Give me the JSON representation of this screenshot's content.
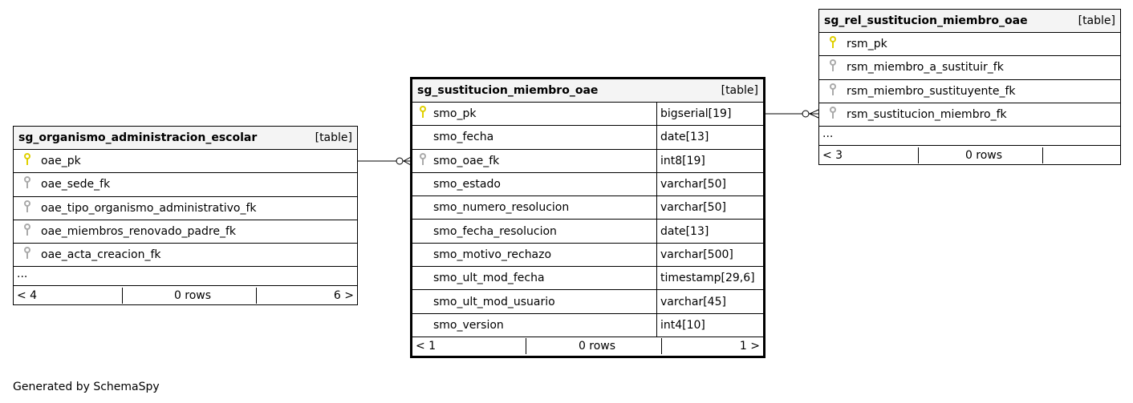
{
  "tables": [
    {
      "id": "left",
      "name": "sg_organismo_administracion_escolar",
      "kind": "[table]",
      "columns": [
        {
          "name": "oae_pk",
          "key": "pk"
        },
        {
          "name": "oae_sede_fk",
          "key": "fk"
        },
        {
          "name": "oae_tipo_organismo_administrativo_fk",
          "key": "fk"
        },
        {
          "name": "oae_miembros_renovado_padre_fk",
          "key": "fk"
        },
        {
          "name": "oae_acta_creacion_fk",
          "key": "fk"
        }
      ],
      "more": "...",
      "footer": [
        "< 4",
        "0 rows",
        "6 >"
      ]
    },
    {
      "id": "center",
      "name": "sg_sustitucion_miembro_oae",
      "kind": "[table]",
      "columns": [
        {
          "name": "smo_pk",
          "key": "pk",
          "type": "bigserial[19]"
        },
        {
          "name": "smo_fecha",
          "key": "",
          "type": "date[13]"
        },
        {
          "name": "smo_oae_fk",
          "key": "fk",
          "type": "int8[19]"
        },
        {
          "name": "smo_estado",
          "key": "",
          "type": "varchar[50]"
        },
        {
          "name": "smo_numero_resolucion",
          "key": "",
          "type": "varchar[50]"
        },
        {
          "name": "smo_fecha_resolucion",
          "key": "",
          "type": "date[13]"
        },
        {
          "name": "smo_motivo_rechazo",
          "key": "",
          "type": "varchar[500]"
        },
        {
          "name": "smo_ult_mod_fecha",
          "key": "",
          "type": "timestamp[29,6]"
        },
        {
          "name": "smo_ult_mod_usuario",
          "key": "",
          "type": "varchar[45]"
        },
        {
          "name": "smo_version",
          "key": "",
          "type": "int4[10]"
        }
      ],
      "footer": [
        "< 1",
        "0 rows",
        "1 >"
      ]
    },
    {
      "id": "right",
      "name": "sg_rel_sustitucion_miembro_oae",
      "kind": "[table]",
      "columns": [
        {
          "name": "rsm_pk",
          "key": "pk"
        },
        {
          "name": "rsm_miembro_a_sustituir_fk",
          "key": "fk"
        },
        {
          "name": "rsm_miembro_sustituyente_fk",
          "key": "fk"
        },
        {
          "name": "rsm_sustitucion_miembro_fk",
          "key": "fk"
        }
      ],
      "more": "...",
      "footer": [
        "< 3",
        "0 rows",
        ""
      ]
    }
  ],
  "generated_by": "Generated by SchemaSpy",
  "colors": {
    "pk": "#e0d000",
    "fk": "#aaaaaa"
  }
}
